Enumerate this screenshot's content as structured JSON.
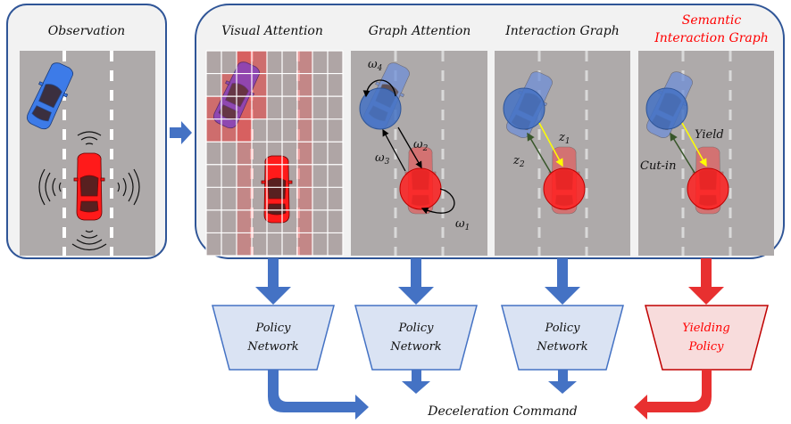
{
  "colors": {
    "panel_border": "#2f5597",
    "panel_fill": "#f2f2f2",
    "road": "#aeaaaa",
    "lane_mark": "#ffffff",
    "blue_arrow": "#4472c4",
    "red_arrow": "#e83030",
    "policy_fill": "#dae3f3",
    "policy_border": "#4472c4",
    "yield_fill": "#f8dcdc",
    "yield_border": "#c00000",
    "semantic_title": "#ff0000",
    "yield_text": "#ff0000",
    "edge_yellow": "#ffff00",
    "edge_green": "#38562a",
    "node_blue": "#4472c4",
    "node_red": "#ff0000"
  },
  "observation": {
    "title": "Observation"
  },
  "panels": [
    {
      "id": "visual-attention",
      "title": "Visual Attention"
    },
    {
      "id": "graph-attention",
      "title": "Graph Attention"
    },
    {
      "id": "interaction-graph",
      "title": "Interaction Graph"
    },
    {
      "id": "semantic-interaction-graph",
      "title_line1": "Semantic",
      "title_line2": "Interaction Graph"
    }
  ],
  "graph_attention_labels": {
    "w1": "ω",
    "w1_sub": "1",
    "w2": "ω",
    "w2_sub": "2",
    "w3": "ω",
    "w3_sub": "3",
    "w4": "ω",
    "w4_sub": "4"
  },
  "interaction_graph_labels": {
    "z1": "z",
    "z1_sub": "1",
    "z2": "z",
    "z2_sub": "2"
  },
  "semantic_labels": {
    "yield": "Yield",
    "cutin": "Cut-in"
  },
  "policies": [
    {
      "line1": "Policy",
      "line2": "Network",
      "style": "blue"
    },
    {
      "line1": "Policy",
      "line2": "Network",
      "style": "blue"
    },
    {
      "line1": "Policy",
      "line2": "Network",
      "style": "blue"
    },
    {
      "line1": "Yielding",
      "line2": "Policy",
      "style": "red"
    }
  ],
  "output": {
    "label": "Deceleration Command"
  },
  "attention_grid": {
    "cols": 9,
    "rows": 9,
    "highlighted_cells": [
      [
        2,
        0
      ],
      [
        3,
        0
      ],
      [
        1,
        1
      ],
      [
        2,
        1
      ],
      [
        3,
        1
      ],
      [
        0,
        2
      ],
      [
        1,
        2
      ],
      [
        2,
        2
      ],
      [
        3,
        2
      ],
      [
        0,
        3
      ],
      [
        1,
        3
      ],
      [
        2,
        3
      ]
    ],
    "highlighted_columns": [
      2,
      6
    ]
  }
}
